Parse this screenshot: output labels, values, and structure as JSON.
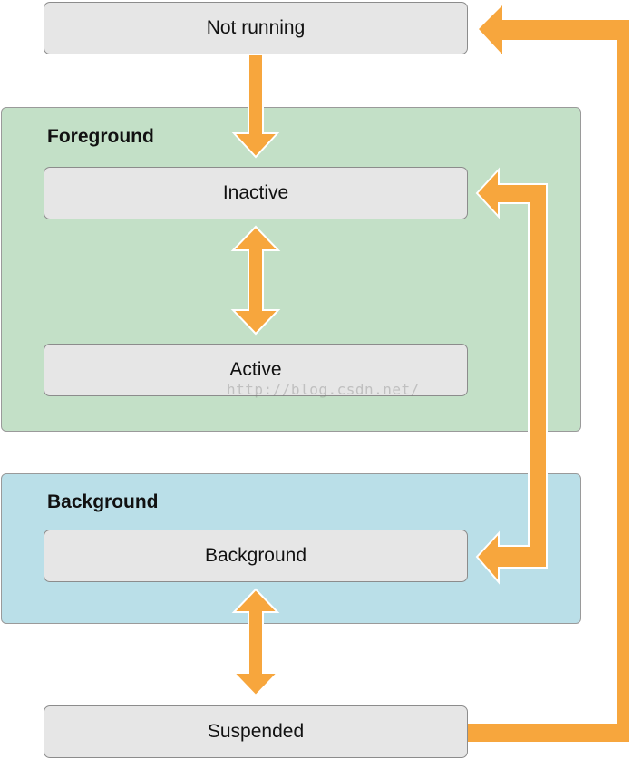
{
  "regions": {
    "foreground": {
      "title": "Foreground",
      "color": "#c3e0c7"
    },
    "background": {
      "title": "Background",
      "color": "#badfe8"
    }
  },
  "states": {
    "not_running": "Not running",
    "inactive": "Inactive",
    "active": "Active",
    "background": "Background",
    "suspended": "Suspended"
  },
  "arrow_color": "#f7a63d",
  "watermark": "http://blog.csdn.net/"
}
